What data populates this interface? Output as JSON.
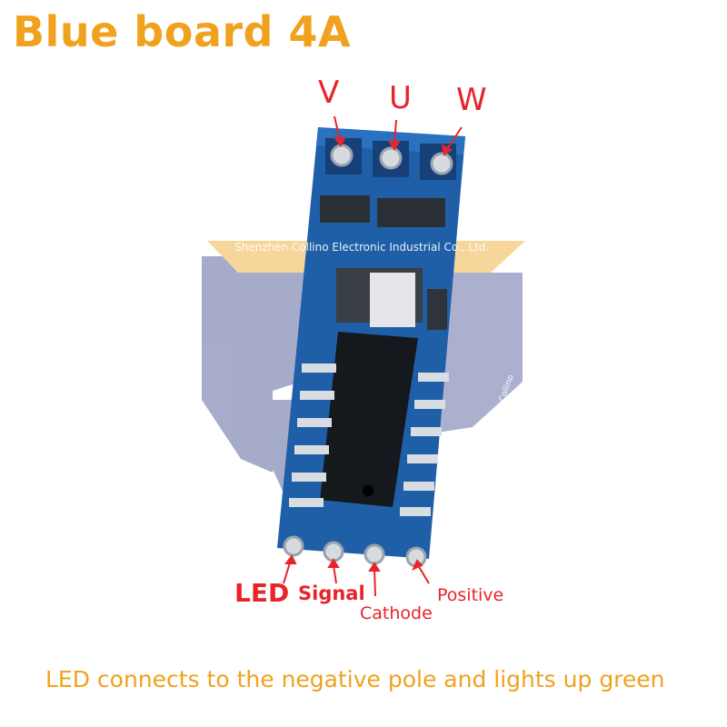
{
  "title": "Blue board 4A",
  "caption": "LED connects to the negative pole and lights up green",
  "top_pins": {
    "v": "V",
    "u": "U",
    "w": "W"
  },
  "bottom_pins": {
    "led": "LED",
    "signal": "Signal",
    "cathode": "Cathode",
    "positive": "Positive"
  },
  "watermark": {
    "company": "Shenzhen Collino Electronic Industrial Co., Ltd.",
    "brand": "Collino"
  },
  "colors": {
    "title": "#f0a21e",
    "label": "#e8242a",
    "board": "#1f5fa8"
  }
}
